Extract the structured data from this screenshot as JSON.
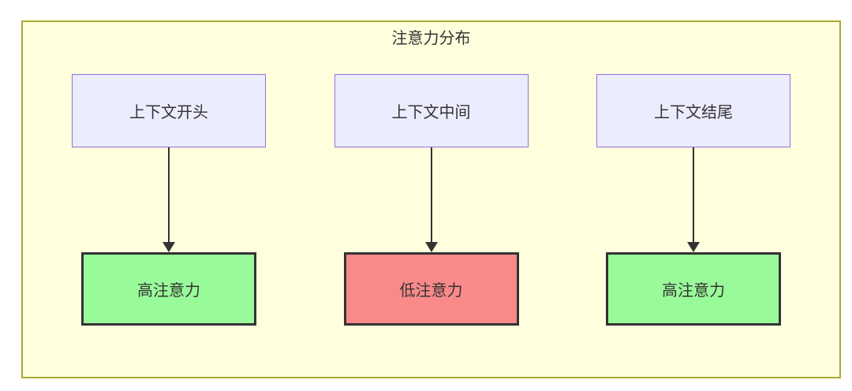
{
  "diagram": {
    "title": "注意力分布",
    "columns": [
      {
        "source": "上下文开头",
        "target": "高注意力",
        "attention_level": "high"
      },
      {
        "source": "上下文中间",
        "target": "低注意力",
        "attention_level": "low"
      },
      {
        "source": "上下文结尾",
        "target": "高注意力",
        "attention_level": "high"
      }
    ],
    "colors": {
      "canvas_bg": "#ffffff",
      "container_fill": "#ffffde",
      "container_border": "#aaaa33",
      "source_fill": "#ececff",
      "source_border": "#9370db",
      "high_fill": "#99fa99",
      "low_fill": "#fa8a8a",
      "target_border": "#333333",
      "arrow": "#333333",
      "text": "#333333"
    }
  }
}
